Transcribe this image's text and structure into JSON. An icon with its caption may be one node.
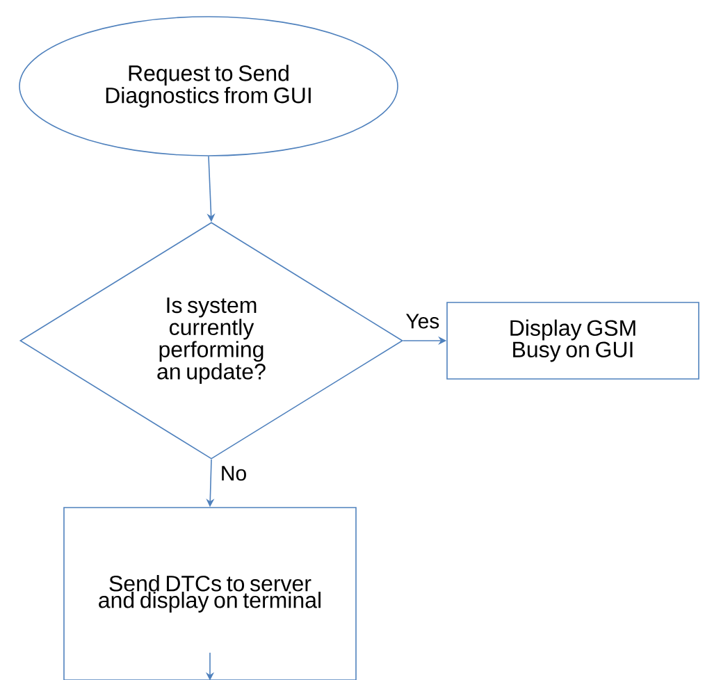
{
  "diagram": {
    "nodes": [
      {
        "text": [
          "Request to Send Diagnostics from GUI"
        ]
      },
      {
        "text": [
          "Is system currently performing an update?"
        ]
      },
      {
        "text": [
          "Display GSM Busy on GUI"
        ]
      },
      {
        "text": [
          "Send DTCs to server and display on terminal"
        ]
      }
    ],
    "edges": [
      {
        "from": 0,
        "to": 1,
        "arrow": "to"
      },
      {
        "from": 1,
        "to": 2,
        "arrow": "to",
        "label": "Yes"
      },
      {
        "from": 1,
        "to": 3,
        "arrow": "to",
        "label": "No"
      },
      {
        "from": 3,
        "to": null,
        "arrow": "to"
      }
    ]
  }
}
